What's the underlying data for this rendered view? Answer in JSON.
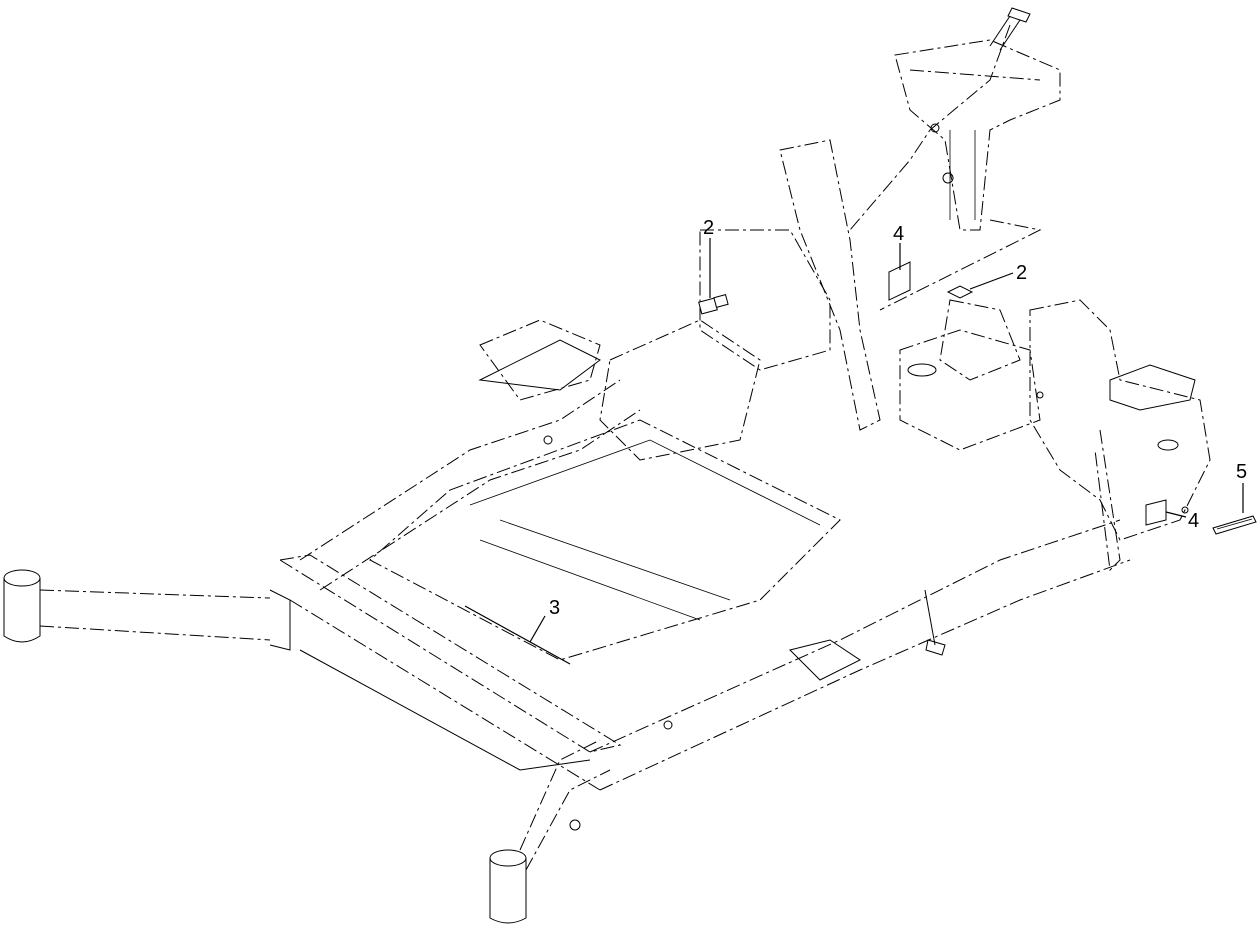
{
  "callouts": [
    {
      "id": "callout-2a",
      "label": "2"
    },
    {
      "id": "callout-2b",
      "label": "2"
    },
    {
      "id": "callout-3",
      "label": "3"
    },
    {
      "id": "callout-4a",
      "label": "4"
    },
    {
      "id": "callout-4b",
      "label": "4"
    },
    {
      "id": "callout-5",
      "label": "5"
    }
  ]
}
